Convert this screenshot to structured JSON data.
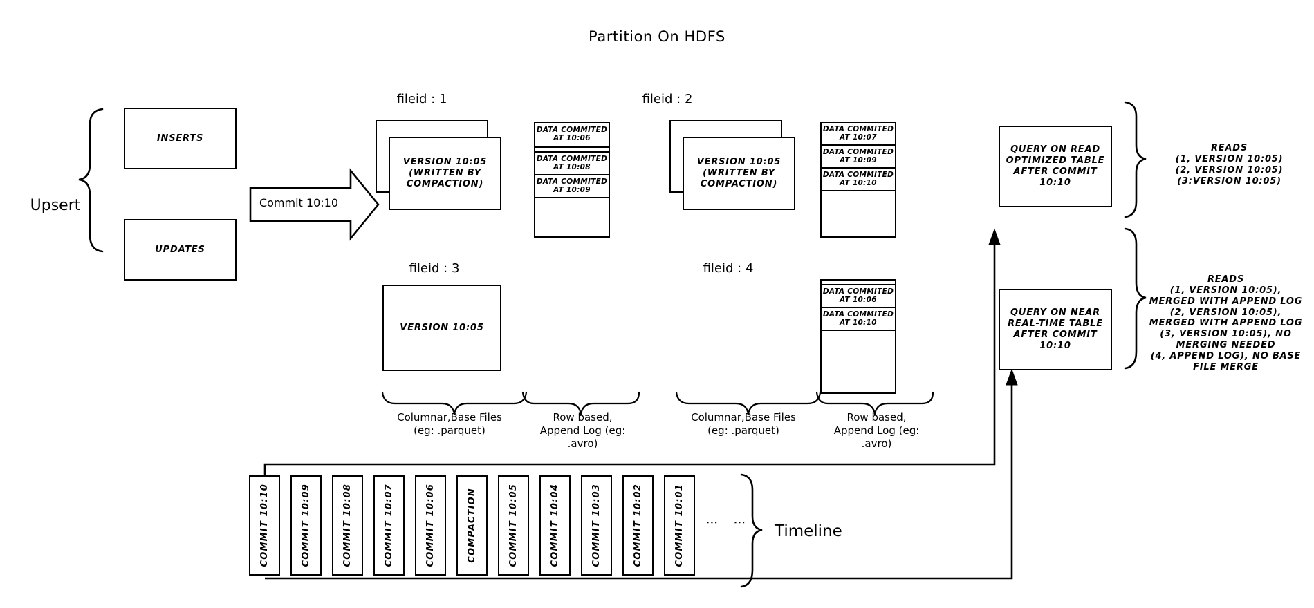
{
  "title": "Partition On HDFS",
  "left": {
    "upsert_label": "Upsert",
    "inserts_label": "INSERTS",
    "updates_label": "UPDATES",
    "commit_arrow_label": "Commit 10:10"
  },
  "partitions": [
    {
      "fileid_label": "fileid : 1",
      "base_file_text": "VERSION 10:05\n(WRITTEN BY\nCOMPACTION)",
      "base_file_lines": [
        "VERSION 10:05",
        "(WRITTEN BY",
        "COMPACTION)"
      ],
      "stacked": true,
      "log_entries": [
        "DATA COMMITED\nAT 10:06",
        "DATA COMMITED\nAT 10:08",
        "DATA COMMITED\nAT 10:09"
      ],
      "log_entry_lines": [
        [
          "DATA COMMITED",
          "AT 10:06"
        ],
        [
          "DATA COMMITED",
          "AT 10:08"
        ],
        [
          "DATA COMMITED",
          "AT 10:09"
        ]
      ]
    },
    {
      "fileid_label": "fileid : 2",
      "base_file_lines": [
        "VERSION 10:05",
        "(WRITTEN BY",
        "COMPACTION)"
      ],
      "stacked": true,
      "log_entry_lines": [
        [
          "DATA COMMITED",
          "AT 10:07"
        ],
        [
          "DATA COMMITED",
          "AT 10:09"
        ],
        [
          "DATA COMMITED",
          "AT 10:10"
        ]
      ]
    },
    {
      "fileid_label": "fileid : 3",
      "base_file_lines": [
        "VERSION 10:05"
      ],
      "stacked": false,
      "log_entry_lines": []
    },
    {
      "fileid_label": "fileid : 4",
      "base_file_lines": [],
      "stacked": false,
      "log_entry_lines": [
        [
          "DATA COMMITED",
          "AT 10:06"
        ],
        [
          "DATA COMMITED",
          "AT 10:10"
        ]
      ]
    }
  ],
  "captions": {
    "base_col_1": [
      "Columnar,Base Files",
      "(eg: .parquet)"
    ],
    "log_col_1": [
      "Row based,",
      "Append Log  (eg:",
      ".avro)"
    ],
    "base_col_2": [
      "Columnar,Base Files",
      "(eg: .parquet)"
    ],
    "log_col_2": [
      "Row based,",
      "Append Log  (eg:",
      ".avro)"
    ]
  },
  "queries": [
    {
      "box_lines": [
        "QUERY ON READ",
        "OPTIMIZED TABLE",
        "AFTER COMMIT",
        "10:10"
      ],
      "reads_lines": [
        "READS",
        "(1, VERSION 10:05)",
        "(2, VERSION 10:05)",
        "(3:VERSION 10:05)"
      ]
    },
    {
      "box_lines": [
        "QUERY ON NEAR",
        "REAL-TIME TABLE",
        "AFTER COMMIT",
        "10:10"
      ],
      "reads_lines": [
        "READS",
        "(1, VERSION 10:05),",
        "MERGED WITH APPEND LOG",
        "(2, VERSION 10:05),",
        "MERGED WITH APPEND LOG",
        "(3, VERSION 10:05), NO",
        "MERGING NEEDED",
        "(4, APPEND LOG), NO BASE",
        "FILE MERGE"
      ]
    }
  ],
  "timeline": {
    "label": "Timeline",
    "ellipsis": "⋮",
    "cards": [
      "COMMIT  10:10",
      "COMMIT  10:09",
      "COMMIT  10:08",
      "COMMIT  10:07",
      "COMMIT  10:06",
      "COMPACTION",
      "COMMIT  10:05",
      "COMMIT  10:04",
      "COMMIT  10:03",
      "COMMIT  10:02",
      "COMMIT  10:01"
    ]
  },
  "colors": {
    "stroke": "#000000",
    "background": "#ffffff"
  }
}
